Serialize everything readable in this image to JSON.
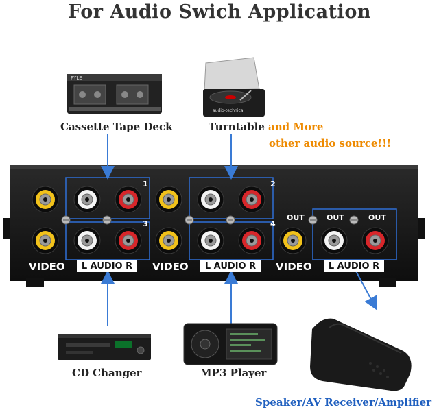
{
  "title": "For Audio Swich Application",
  "devices": {
    "cassette": "Cassette Tape Deck",
    "turntable": "Turntable",
    "more_line1": "and More",
    "more_line2": "other audio source!!!",
    "cd": "CD Changer",
    "mp3": "MP3 Player",
    "speaker": "Speaker/AV Receiver/Amplifier"
  },
  "device_brands": {
    "cassette_brand": "PYLE",
    "turntable_brand": "audio-technica"
  },
  "panel": {
    "video_1": "VIDEO",
    "video_2": "VIDEO",
    "video_3": "VIDEO",
    "audio_1": "L  AUDIO R",
    "audio_2": "L  AUDIO R",
    "audio_3": "L  AUDIO R",
    "out_1": "OUT",
    "out_2": "OUT",
    "out_3": "OUT",
    "input_1": "1",
    "input_2": "2",
    "input_3": "3",
    "input_4": "4"
  },
  "colors": {
    "arrow": "#3a7bd5",
    "panel": "#1a1a1a",
    "box": "#2f6fd6",
    "jack_yellow": "#f2c21b",
    "jack_white": "#f4f4f4",
    "jack_red": "#d8262a",
    "highlight_orange": "#ee8a00",
    "speaker_blue": "#1f5fbf"
  }
}
